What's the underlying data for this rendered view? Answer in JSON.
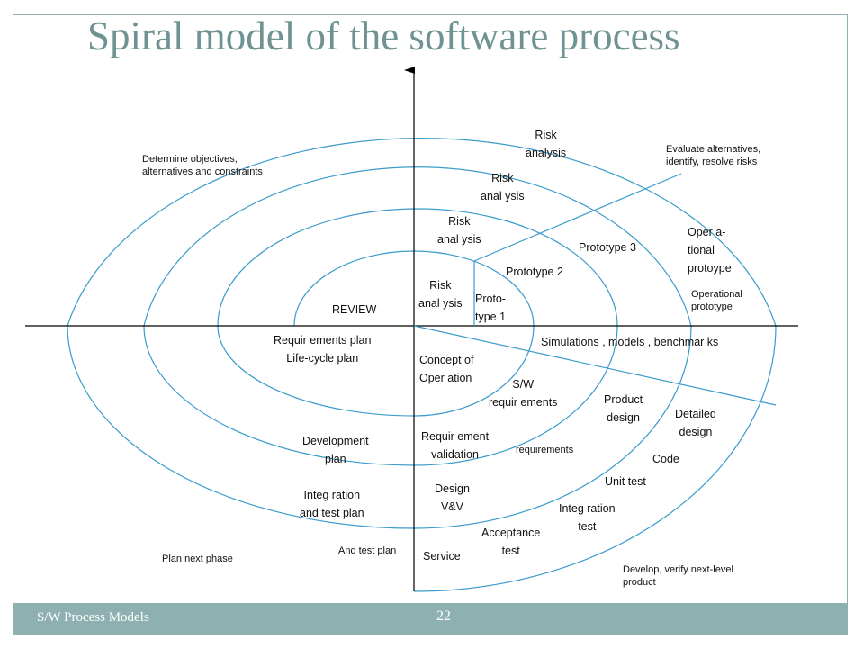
{
  "title": "Spiral model of the software process",
  "footer": {
    "section": "S/W Process Models",
    "page": "22"
  },
  "quadrants": {
    "top_left": "Determine objectives,\nalternatives and constraints",
    "top_right": "Evaluate alternatives,\nidentify, resolve risks",
    "bottom_left": "Plan next phase",
    "bottom_right": "Develop, verify next-level\nproduct"
  },
  "labels": {
    "risk_analysis_4": "Risk\nanalysis",
    "risk_analysis_3": "Risk\nanal ysis",
    "risk_analysis_2": "Risk\nanal ysis",
    "risk_analysis_1": "Risk\nanal ysis",
    "prototype_3": "Prototype 3",
    "prototype_2": "Prototype 2",
    "prototype_1": "Proto-\ntype 1",
    "operational_prototype": "Oper a-\ntional\nprotoype",
    "operational_prototype_small": "Operational\nprototype",
    "review": "REVIEW",
    "requirements_plan": "Requir ements plan\nLife-cycle plan",
    "concept_of_operation": "Concept of\nOper ation",
    "simulations": "Simulations , models , benchmar ks",
    "sw_requirements": "S/W\nrequir ements",
    "product_design": "Product\ndesign",
    "detailed_design": "Detailed\ndesign",
    "development_plan": "Development\nplan",
    "requirement_validation": "Requir ement\nvalidation",
    "requirements": "requirements",
    "code": "Code",
    "unit_test": "Unit test",
    "integration_test_plan": "Integ ration\nand test plan",
    "design_vv": "Design\nV&V",
    "integration_test": "Integ ration\ntest",
    "acceptance_test": "Acceptance\ntest",
    "and_test_plan": "And test plan",
    "service": "Service"
  },
  "colors": {
    "spiral": "#3a9bcc",
    "axis": "#000000",
    "title": "#6f9292",
    "footer_bar": "#8fb0b0"
  }
}
